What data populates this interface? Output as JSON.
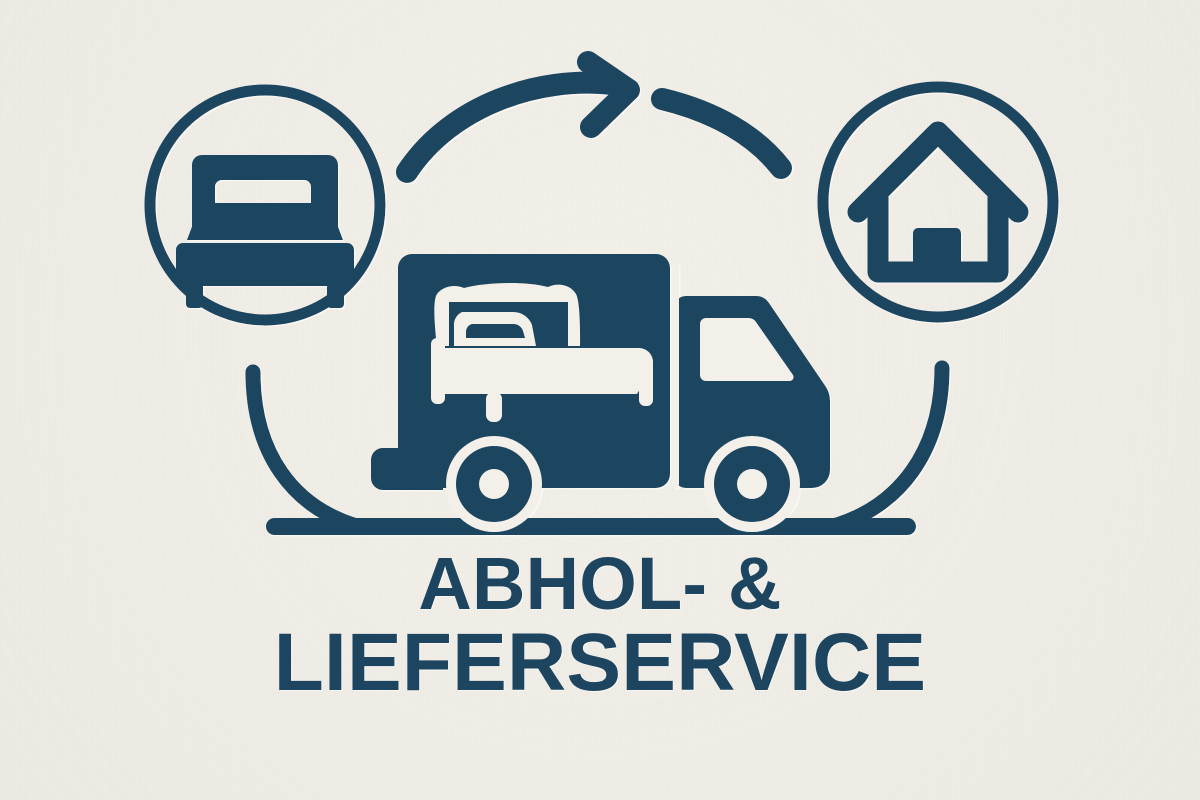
{
  "poster": {
    "title": "Abhol- & Lieferservice",
    "background_color": "#f2f0e9",
    "ink_color": "#1d4560",
    "caption": {
      "line1": "ABHOL- &",
      "line2": "LIEFERSERVICE"
    },
    "icons": {
      "bed_badge": {
        "name": "bed-icon",
        "label": "Bett",
        "circle_stroke_width": 11
      },
      "house_badge": {
        "name": "house-icon",
        "label": "Haus",
        "circle_stroke_width": 11
      },
      "truck": {
        "name": "delivery-truck-icon",
        "label": "Lieferwagen mit Bett",
        "wheels": 2
      },
      "arrow": {
        "name": "curved-arrow-icon",
        "label": "Pfeil von Bett zu Haus",
        "direction": "right"
      },
      "ground_line": {
        "name": "ground-line",
        "label": "Bodenlinie"
      },
      "left_sweep": {
        "name": "left-sweep-curve",
        "label": "Linke Schwungkurve"
      },
      "right_sweep": {
        "name": "right-sweep-curve",
        "label": "Rechte Schwungkurve"
      }
    }
  }
}
